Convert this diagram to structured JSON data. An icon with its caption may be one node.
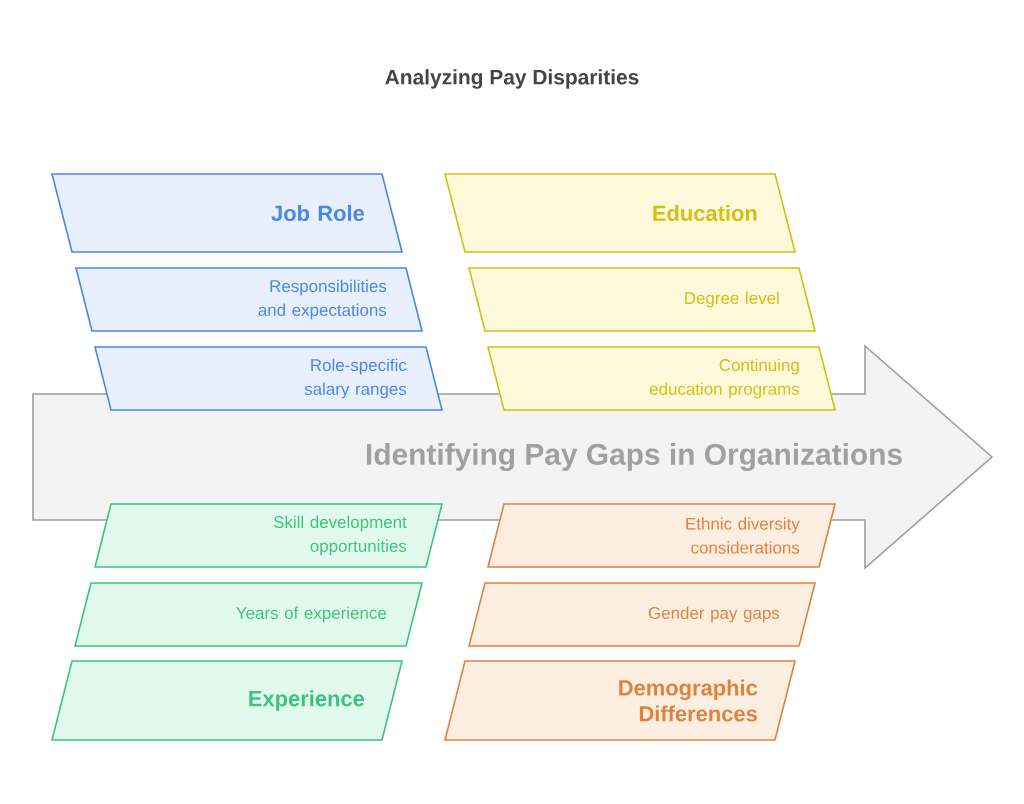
{
  "diagram": {
    "title": "Analyzing Pay Disparities",
    "nodes": [
      {
        "text": [
          "Identifying Pay Gaps in Organizations"
        ]
      },
      {
        "text": [
          "Job Role"
        ]
      },
      {
        "text": [
          "Responsibilities and expectations"
        ]
      },
      {
        "text": [
          "Role-specific salary ranges"
        ]
      },
      {
        "text": [
          "Education"
        ]
      },
      {
        "text": [
          "Degree level"
        ]
      },
      {
        "text": [
          "Continuing education programs"
        ]
      },
      {
        "text": [
          "Skill development opportunities"
        ]
      },
      {
        "text": [
          "Years of experience"
        ]
      },
      {
        "text": [
          "Experience"
        ]
      },
      {
        "text": [
          "Ethnic diversity considerations"
        ]
      },
      {
        "text": [
          "Gender pay gaps"
        ]
      },
      {
        "text": [
          "Demographic Differences"
        ]
      }
    ]
  }
}
